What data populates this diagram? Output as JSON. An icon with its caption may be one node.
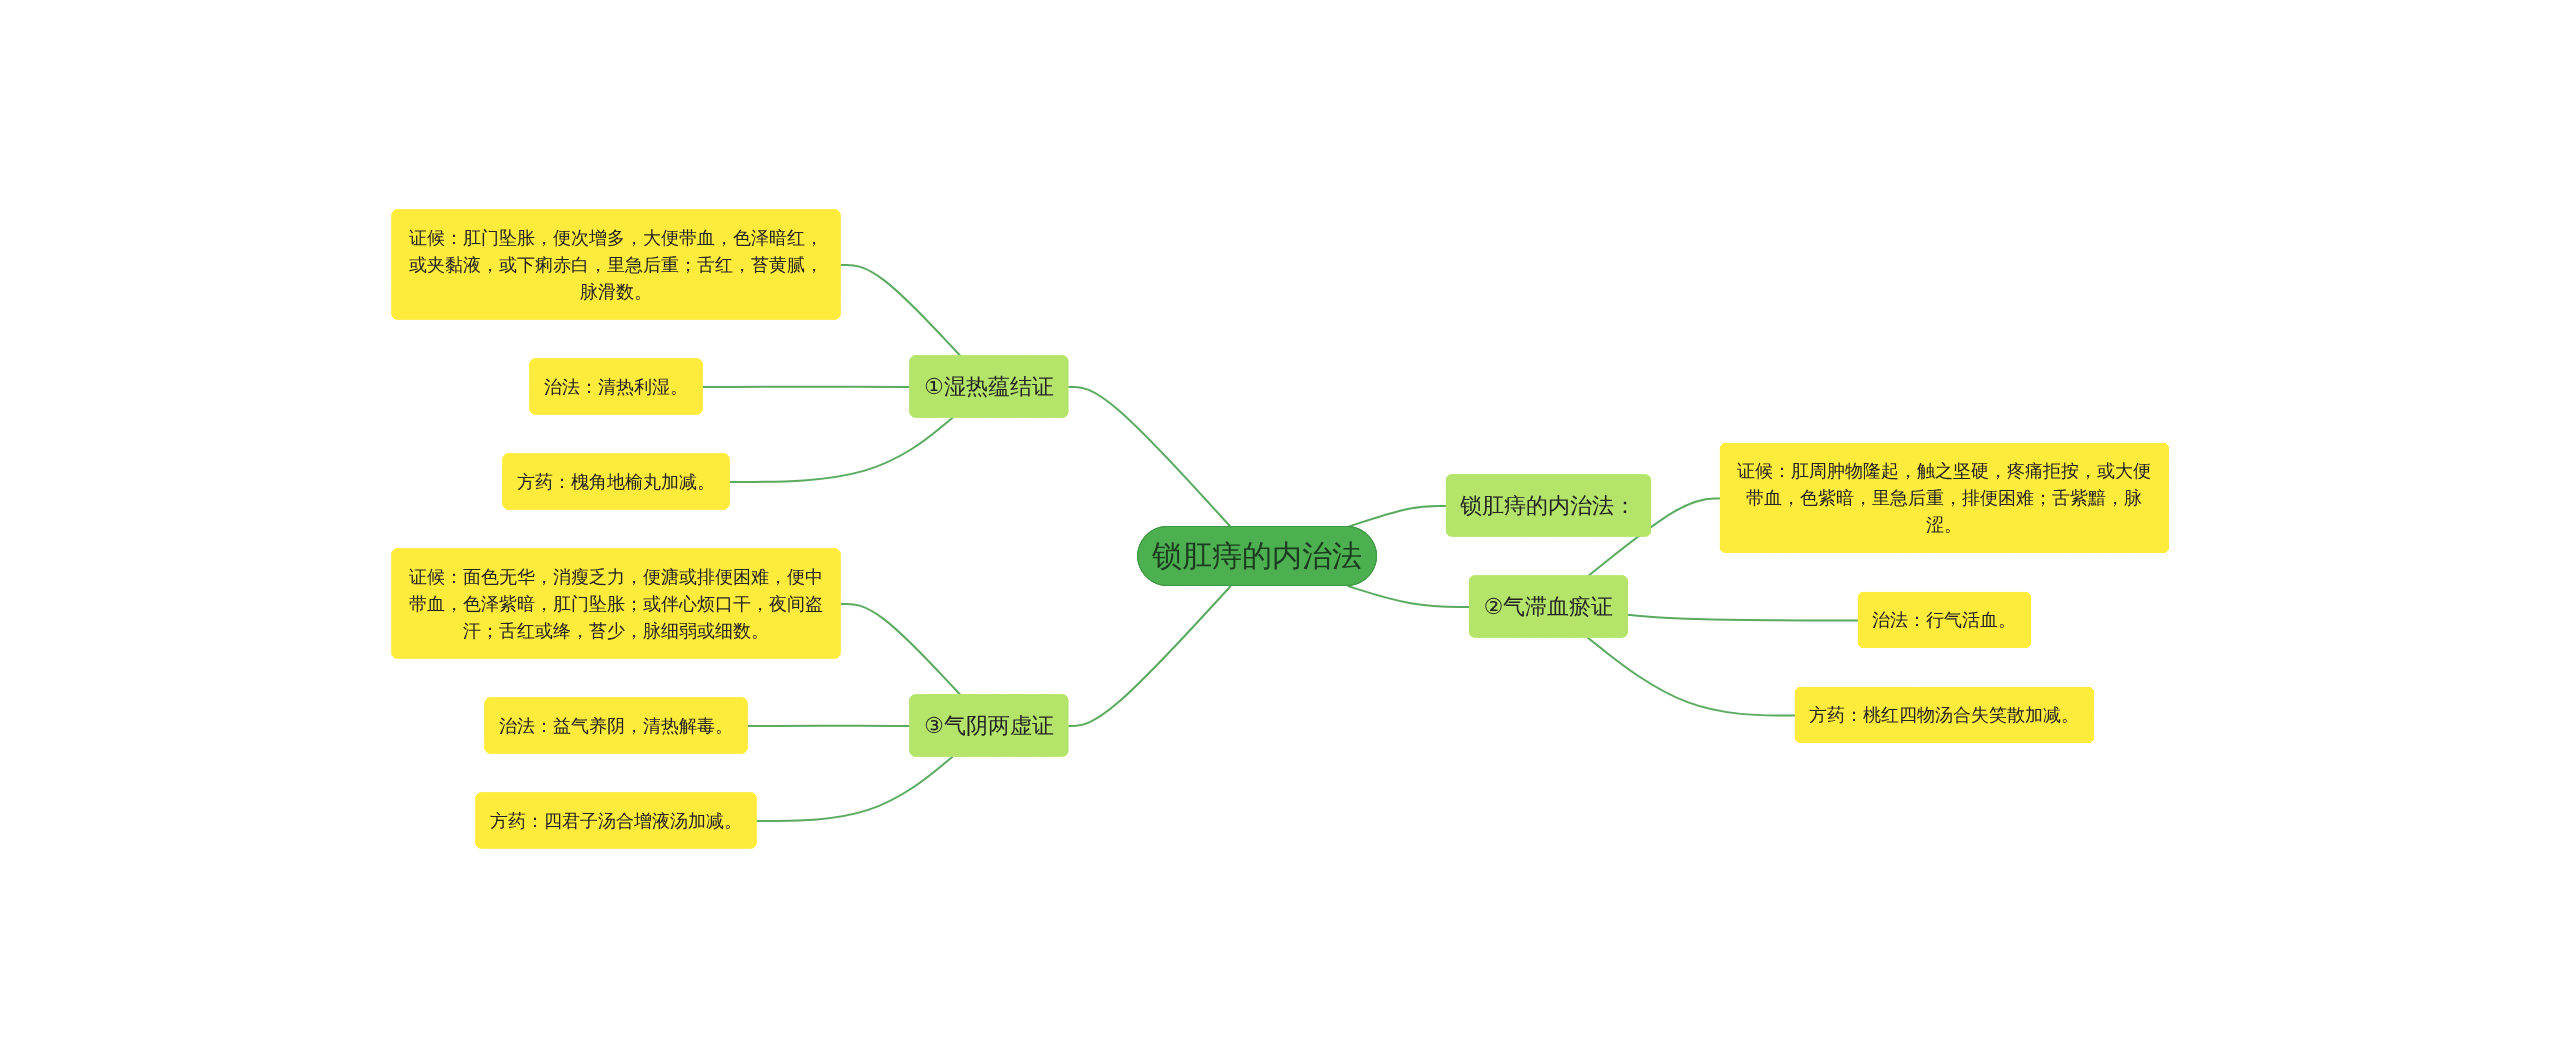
{
  "diagram": {
    "nodes": [
      {
        "text": [
          "锁肛痔的内治法"
        ]
      },
      {
        "text": [
          "①湿热蕴结证"
        ]
      },
      {
        "text": [
          "证候：肛门坠胀，便次增多，大便带血，色泽暗红，或夹黏液，或下痢赤白，里急后重；舌红，苔黄腻，脉滑数。"
        ]
      },
      {
        "text": [
          "治法：清热利湿。"
        ]
      },
      {
        "text": [
          "方药：槐角地榆丸加减。"
        ]
      },
      {
        "text": [
          "锁肛痔的内治法："
        ]
      },
      {
        "text": [
          "②气滞血瘀证"
        ]
      },
      {
        "text": [
          "证候：肛周肿物隆起，触之坚硬，疼痛拒按，或大便带血，色紫暗，里急后重，排便困难；舌紫黯，脉涩。"
        ]
      },
      {
        "text": [
          "治法：行气活血。"
        ]
      },
      {
        "text": [
          "方药：桃红四物汤合失笑散加减。"
        ]
      },
      {
        "text": [
          "③气阴两虚证"
        ]
      },
      {
        "text": [
          "证候：面色无华，消瘦乏力，便溏或排便困难，便中带血，色泽紫暗，肛门坠胀；或伴心烦口干，夜间盗汗；舌红或绛，苔少，脉细弱或细数。"
        ]
      },
      {
        "text": [
          "治法：益气养阴，清热解毒。"
        ]
      },
      {
        "text": [
          "方药：四君子汤合增液汤加减。"
        ]
      }
    ],
    "edges": [
      {
        "from": 1,
        "to": 0,
        "arrow": "none"
      },
      {
        "from": 2,
        "to": 1,
        "arrow": "none"
      },
      {
        "from": 3,
        "to": 1,
        "arrow": "none"
      },
      {
        "from": 4,
        "to": 1,
        "arrow": "none"
      },
      {
        "from": 0,
        "to": 5,
        "arrow": "none"
      },
      {
        "from": 0,
        "to": 6,
        "arrow": "none"
      },
      {
        "from": 6,
        "to": 7,
        "arrow": "none"
      },
      {
        "from": 6,
        "to": 8,
        "arrow": "none"
      },
      {
        "from": 6,
        "to": 9,
        "arrow": "none"
      },
      {
        "from": 10,
        "to": 0,
        "arrow": "none"
      },
      {
        "from": 11,
        "to": 10,
        "arrow": "none"
      },
      {
        "from": 12,
        "to": 10,
        "arrow": "none"
      },
      {
        "from": 13,
        "to": 10,
        "arrow": "none"
      }
    ]
  }
}
